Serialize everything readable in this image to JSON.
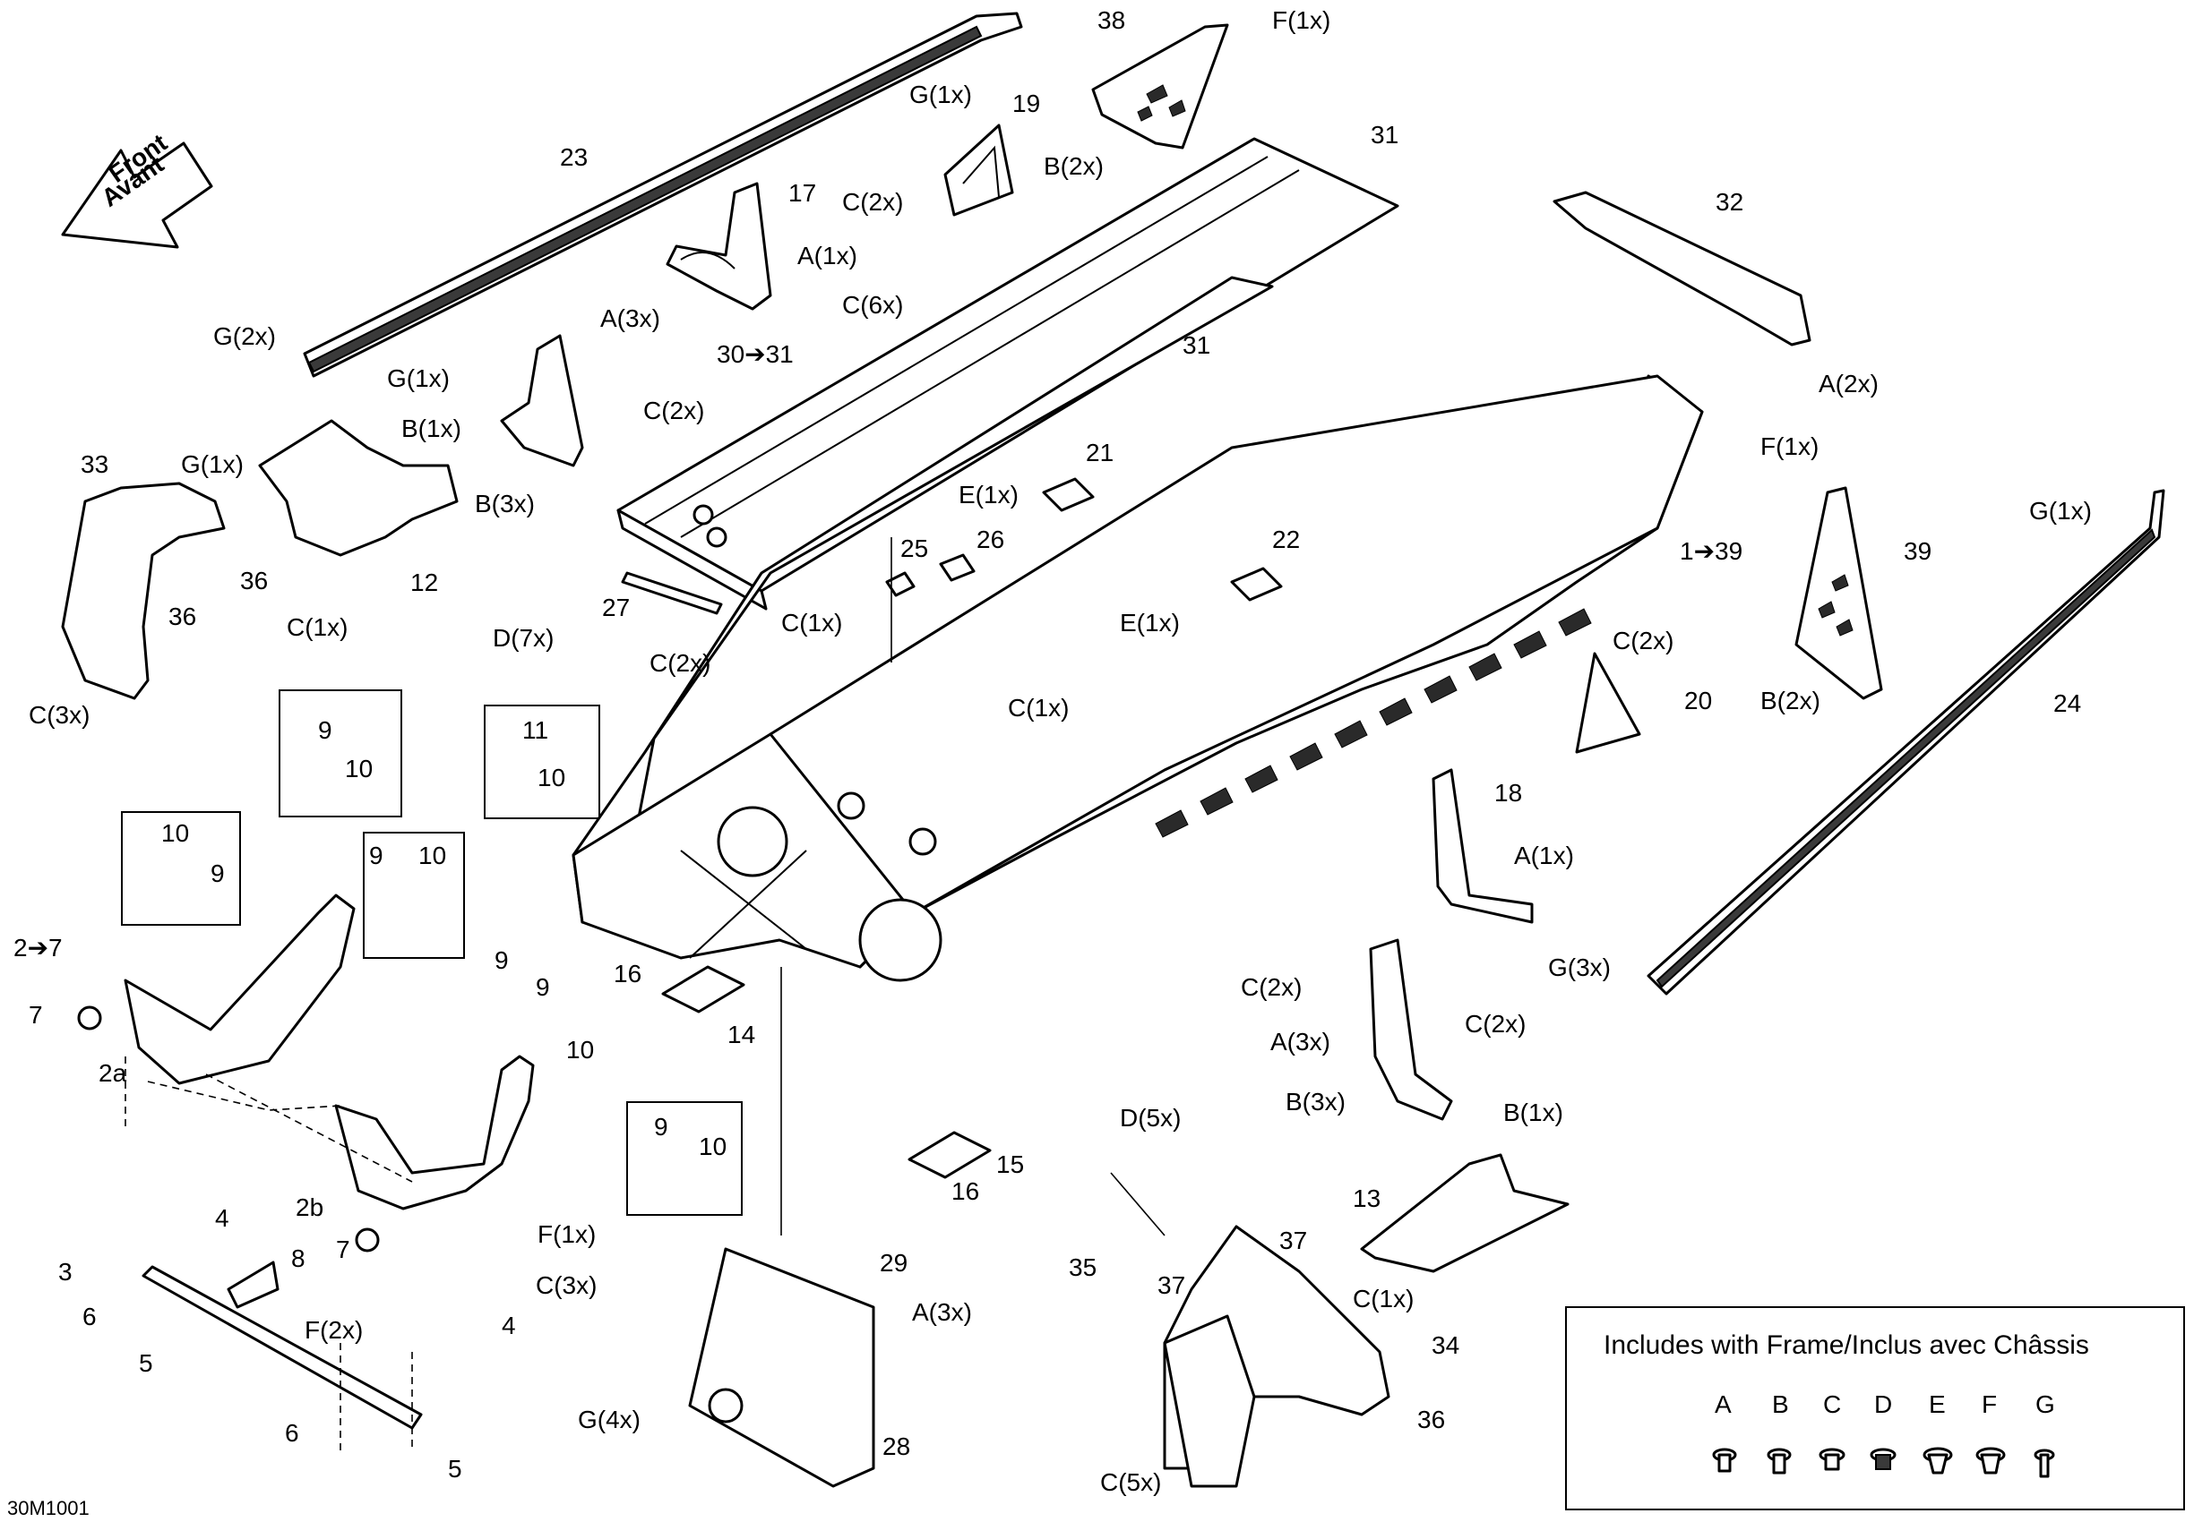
{
  "diagram_code": "30M1001",
  "front_arrow": {
    "line1": "Front",
    "line2": "Avant"
  },
  "legend": {
    "title": "Includes with Frame/Inclus avec Châssis",
    "letters": [
      "A",
      "B",
      "C",
      "D",
      "E",
      "F",
      "G"
    ]
  },
  "callouts": [
    "38",
    "F(1x)",
    "G(1x)",
    "19",
    "B(2x)",
    "31",
    "23",
    "17",
    "C(2x)",
    "A(1x)",
    "32",
    "C(6x)",
    "A(3x)",
    "30➔31",
    "31",
    "G(2x)",
    "G(1x)",
    "C(2x)",
    "A(2x)",
    "B(1x)",
    "33",
    "G(1x)",
    "B(3x)",
    "21",
    "F(1x)",
    "E(1x)",
    "G(1x)",
    "36",
    "12",
    "25",
    "26",
    "1➔39",
    "39",
    "36",
    "22",
    "27",
    "C(1x)",
    "E(1x)",
    "C(3x)",
    "D(7x)",
    "C(1x)",
    "C(2x)",
    "C(2x)",
    "C(1x)",
    "B(2x)",
    "24",
    "9",
    "10",
    "11",
    "10",
    "20",
    "18",
    "10",
    "9",
    "9",
    "10",
    "A(1x)",
    "2➔7",
    "7",
    "9",
    "9",
    "16",
    "C(2x)",
    "G(3x)",
    "14",
    "10",
    "2a",
    "A(3x)",
    "C(2x)",
    "B(3x)",
    "D(5x)",
    "B(1x)",
    "9",
    "10",
    "15",
    "16",
    "4",
    "2b",
    "F(1x)",
    "13",
    "7",
    "C(3x)",
    "8",
    "29",
    "37",
    "35",
    "3",
    "37",
    "C(1x)",
    "F(2x)",
    "A(3x)",
    "6",
    "4",
    "34",
    "5",
    "G(4x)",
    "28",
    "36",
    "6",
    "5",
    "C(5x)"
  ]
}
